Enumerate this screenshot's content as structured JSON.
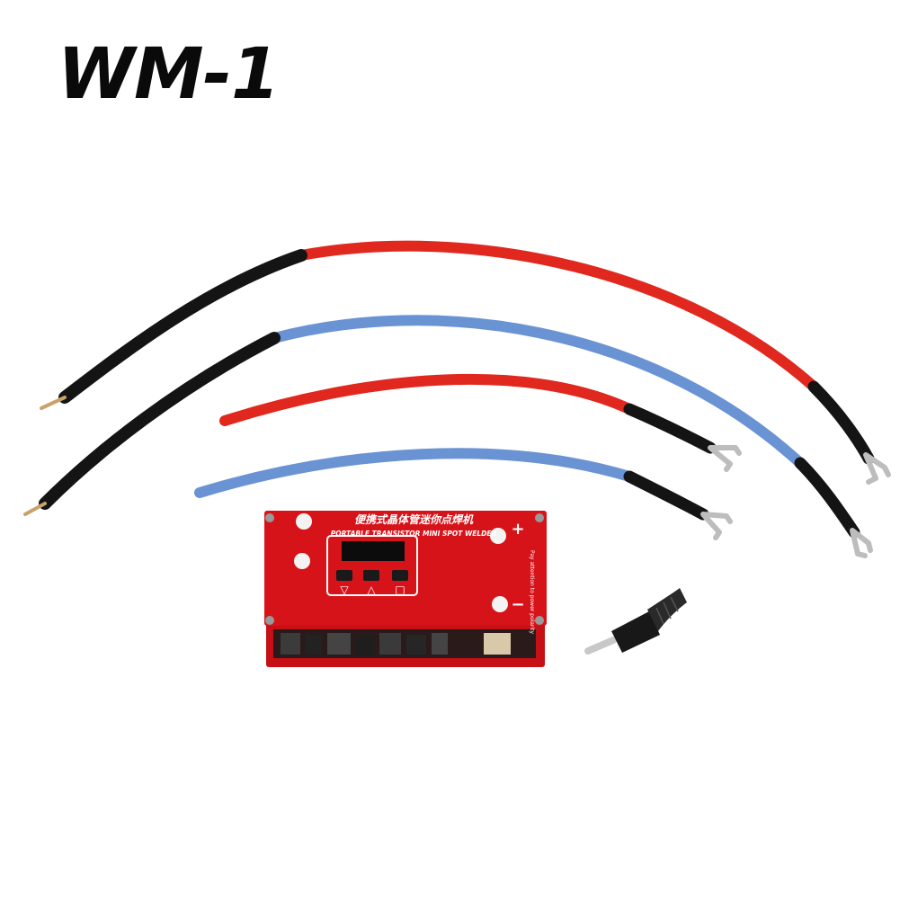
{
  "product": {
    "model_label": "WM-1"
  },
  "board": {
    "chinese_title": "便携式晶体管迷你点焊机",
    "english_title": "PORTABLE TRANSISTOR MINI SPOT WELDER",
    "plus_mark": "+",
    "minus_mark": "−",
    "buttons": [
      {
        "symbol": "▽"
      },
      {
        "symbol": "△"
      },
      {
        "symbol": "□"
      }
    ],
    "side_note": "Pay attention to power polarity"
  },
  "colors": {
    "pcb_red": "#d7131a",
    "wire_red": "#e0281e",
    "wire_blue": "#6a93d3",
    "sleeve_black": "#141414",
    "display_black": "#0c0c0c"
  }
}
